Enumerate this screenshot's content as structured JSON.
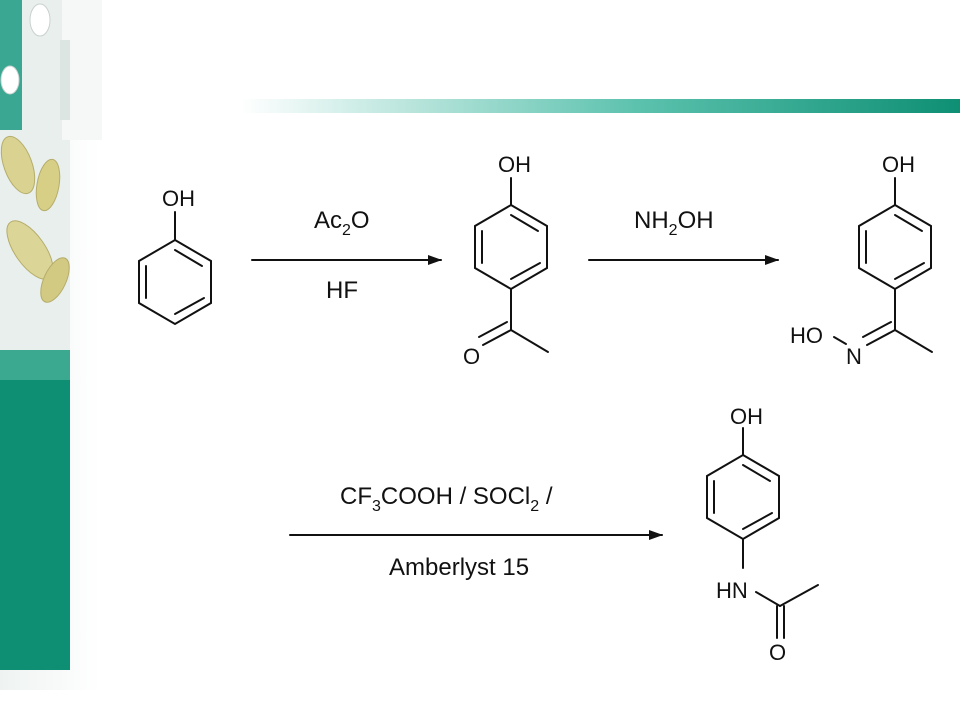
{
  "colors": {
    "accent": "#1a9a82",
    "accent_dark": "#0e8f74",
    "pill": "#d9d291",
    "text": "#111111"
  },
  "molecules": {
    "phenol": {
      "oh": "OH"
    },
    "acetophenone": {
      "oh": "OH",
      "o": "O"
    },
    "oxime": {
      "oh": "OH",
      "ho": "HO",
      "n": "N"
    },
    "paracetamol": {
      "oh": "OH",
      "hn": "HN",
      "o": "O"
    }
  },
  "steps": [
    {
      "above": {
        "main": "Ac",
        "sub": "2",
        "tail": "O"
      },
      "below": "HF"
    },
    {
      "above": {
        "main": "NH",
        "sub": "2",
        "tail": "OH"
      },
      "below": ""
    },
    {
      "above": {
        "p1": "CF",
        "s1": "3",
        "p2": "COOH / SOCl",
        "s2": "2",
        "p3": " /"
      },
      "below": "Amberlyst 15"
    }
  ]
}
